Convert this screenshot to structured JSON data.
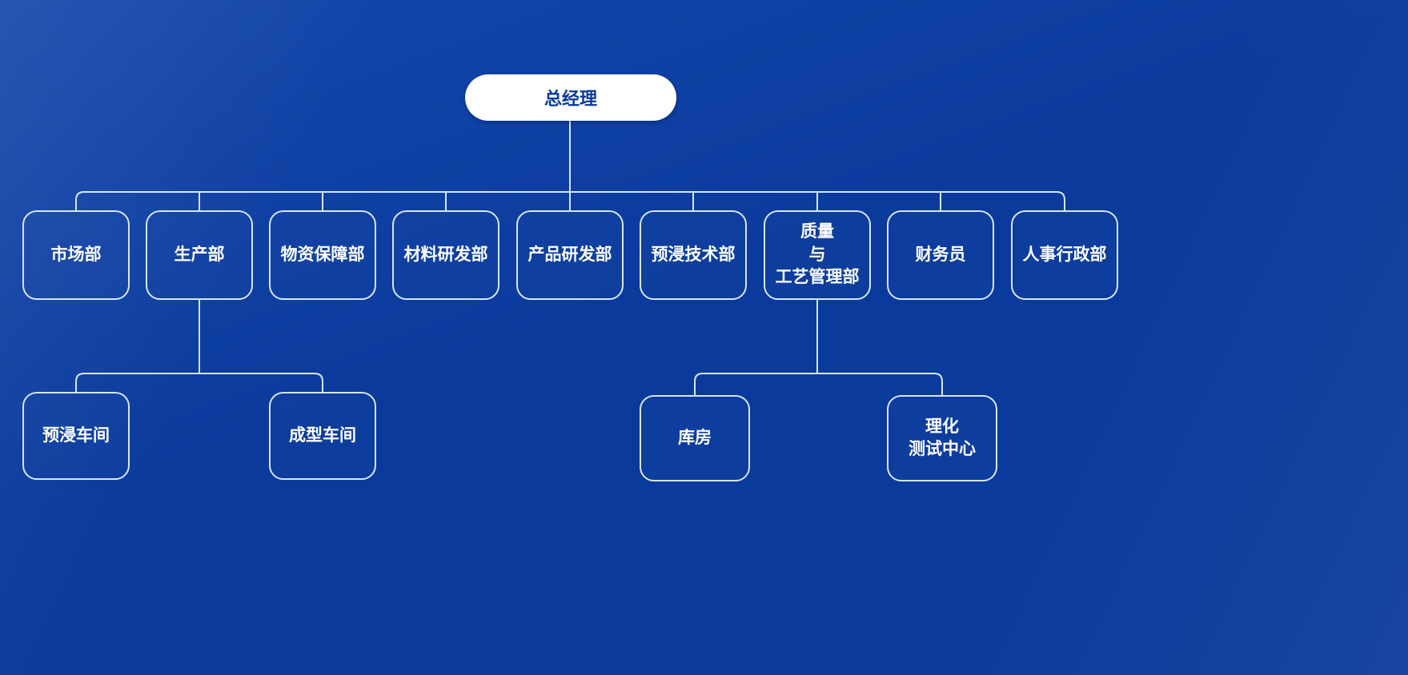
{
  "theme": {
    "background": "#0a3a9c",
    "background_light": "#1649ad",
    "node_border": "#d6e6f9",
    "node_text": "#ffffff",
    "root_bg": "#ffffff",
    "root_text": "#0a3a9c",
    "line": "#d6e6f9"
  },
  "chart": {
    "type": "org-chart",
    "root": {
      "label": "总经理"
    },
    "level2": [
      {
        "label": "市场部"
      },
      {
        "label": "生产部"
      },
      {
        "label": "物资保障部"
      },
      {
        "label": "材料研发部"
      },
      {
        "label": "产品研发部"
      },
      {
        "label": "预浸技术部"
      },
      {
        "label": "质量\n与\n工艺管理部"
      },
      {
        "label": "财务员"
      },
      {
        "label": "人事行政部"
      }
    ],
    "production_children": [
      {
        "label": "预浸车间"
      },
      {
        "label": "成型车间"
      }
    ],
    "quality_children": [
      {
        "label": "库房"
      },
      {
        "label": "理化\n测试中心"
      }
    ]
  }
}
